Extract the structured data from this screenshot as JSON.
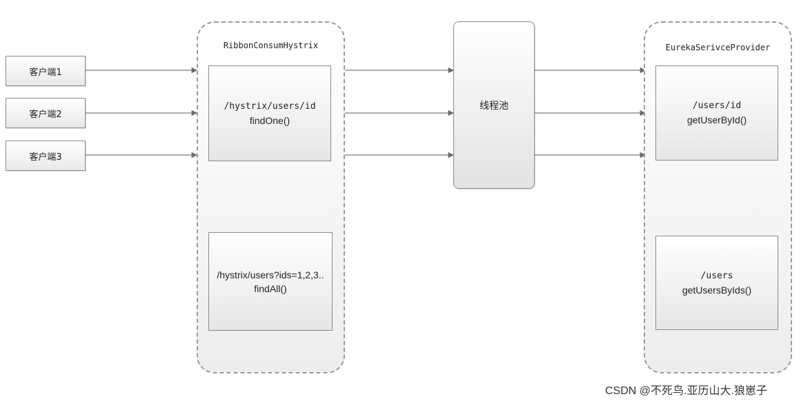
{
  "clients": [
    {
      "label": "客户端1"
    },
    {
      "label": "客户端2"
    },
    {
      "label": "客户端3"
    }
  ],
  "consumer": {
    "title": "RibbonConsumHystrix",
    "box_one": {
      "path": "/hystrix/users/id",
      "method": "findOne()"
    },
    "box_all": {
      "path": "/hystrix/users?ids=1,2,3..",
      "method": "findAll()"
    }
  },
  "thread_pool": {
    "label": "线程池"
  },
  "provider": {
    "title": "EurekaSerivceProvider",
    "box_one": {
      "path": "/users/id",
      "method": "getUserById()"
    },
    "box_all": {
      "path": "/users",
      "method": "getUsersByIds()"
    }
  },
  "watermark": "CSDN @不死鸟.亚历山大.狼崽子",
  "colors": {
    "line": "#7a7a7a",
    "border": "#8a8a8a",
    "dashed": "#9a9a9a"
  }
}
